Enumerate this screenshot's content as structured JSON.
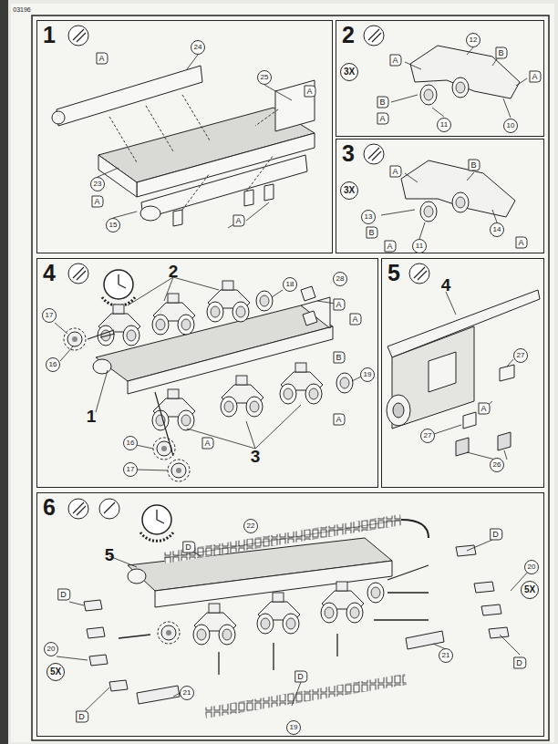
{
  "diagram": {
    "nodes": [
      {
        "text": [
          "1"
        ]
      },
      {
        "text": [
          "2"
        ]
      },
      {
        "text": [
          "3X"
        ],
        "in": 1
      },
      {
        "text": [
          "3"
        ]
      },
      {
        "text": [
          "3X"
        ],
        "in": 3
      },
      {
        "text": [
          "4"
        ]
      },
      {
        "text": [
          "5"
        ]
      },
      {
        "text": [
          "6"
        ]
      },
      {
        "text": [
          "5X"
        ],
        "in": 7
      },
      {
        "text": [
          "5X"
        ],
        "in": 7
      }
    ],
    "labels": [
      "03196",
      "24",
      "A",
      "25",
      "A",
      "23",
      "A",
      "15",
      "A",
      "12",
      "A",
      "B",
      "A",
      "B",
      "A",
      "11",
      "10",
      "A",
      "B",
      "13",
      "B",
      "A",
      "11",
      "14",
      "A",
      "2",
      "18",
      "A",
      "28",
      "A",
      "17",
      "16",
      "1",
      "B",
      "19",
      "A",
      "16",
      "A",
      "17",
      "3",
      "4",
      "27",
      "27",
      "A",
      "26",
      "22",
      "D",
      "5",
      "D",
      "20",
      "D",
      "20",
      "D",
      "D",
      "21",
      "D",
      "21",
      "19"
    ]
  }
}
